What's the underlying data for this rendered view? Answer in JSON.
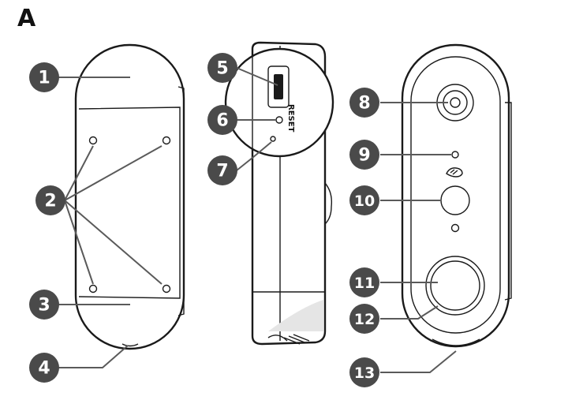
{
  "panel_label": "A",
  "reset_label": "RESET",
  "callouts": [
    "1",
    "2",
    "3",
    "4",
    "5",
    "6",
    "7",
    "8",
    "9",
    "10",
    "11",
    "12",
    "13"
  ],
  "colors": {
    "callout_fill": "#4a4a4a",
    "line": "#1a1a1a",
    "background": "#ffffff"
  },
  "icons": {
    "night_vision": "hand-sensor-icon"
  }
}
